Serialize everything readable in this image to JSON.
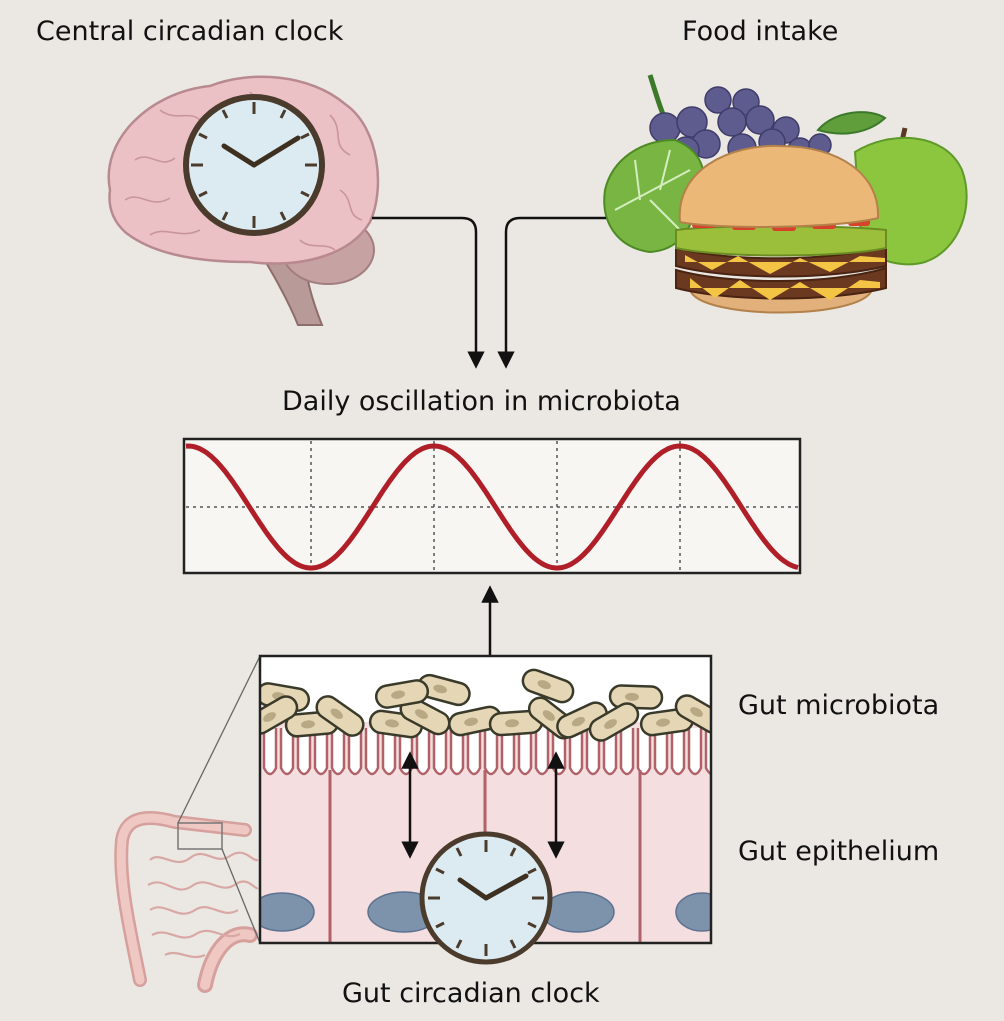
{
  "labels": {
    "central_clock": "Central circadian clock",
    "food_intake": "Food intake",
    "oscillation": "Daily oscillation in microbiota",
    "gut_microbiota": "Gut microbiota",
    "gut_epithelium": "Gut epithelium",
    "gut_clock": "Gut circadian clock"
  },
  "colors": {
    "background": "#ebe8e3",
    "wave": "#b01f28",
    "brain": "#ecc1c6",
    "clock_face": "#dcebf2",
    "bacteria": "#e5d7b6",
    "epithelium": "#f5dedf",
    "nucleus": "#7d93ac",
    "apple": "#8cc63f",
    "grapes": "#5e5b8f"
  },
  "icons": {
    "brain": "brain-icon",
    "clock": "clock-icon",
    "food": "food-icon",
    "intestine": "intestine-icon"
  }
}
